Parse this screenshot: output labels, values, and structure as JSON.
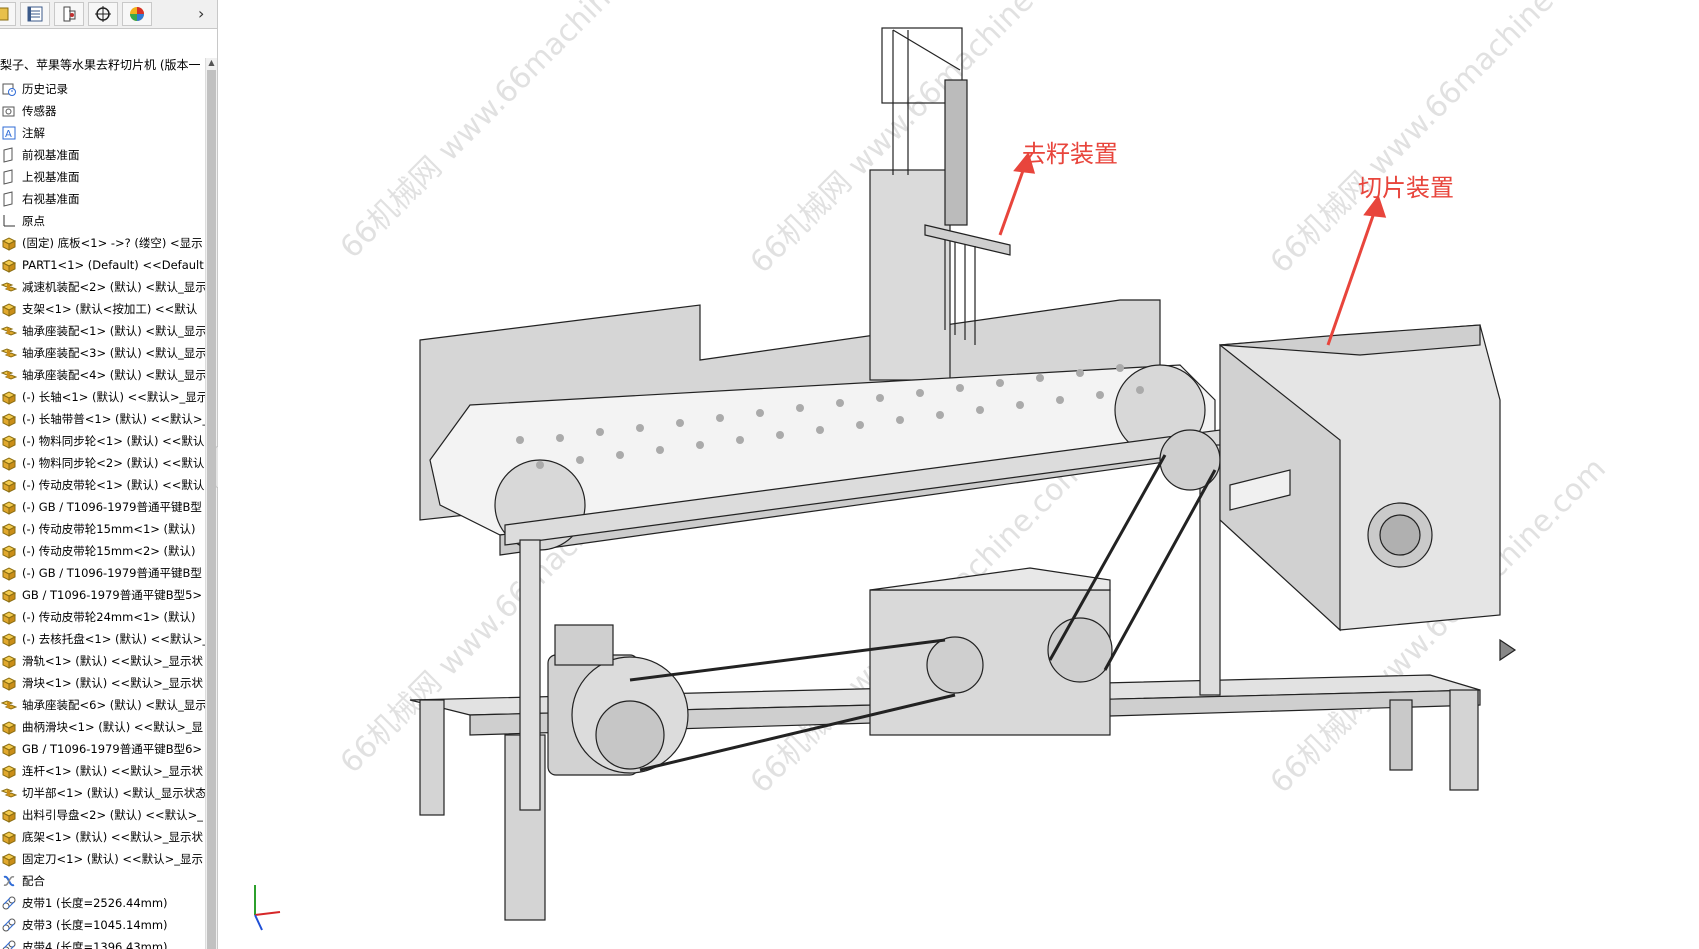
{
  "toolbar": {
    "buttons": [
      {
        "name": "feature-manager-tab-icon"
      },
      {
        "name": "property-manager-tab-icon"
      },
      {
        "name": "configuration-manager-tab-icon"
      },
      {
        "name": "dimxpert-manager-tab-icon"
      },
      {
        "name": "display-manager-tab-icon"
      }
    ],
    "more_label": "›"
  },
  "tree": {
    "root_label": "梨子、苹果等水果去籽切片机 (版本一",
    "items": [
      {
        "label": "历史记录",
        "icon": "history-icon"
      },
      {
        "label": "传感器",
        "icon": "sensor-icon"
      },
      {
        "label": "注解",
        "icon": "annotation-icon"
      },
      {
        "label": "前视基准面",
        "icon": "plane-icon"
      },
      {
        "label": "上视基准面",
        "icon": "plane-icon"
      },
      {
        "label": "右视基准面",
        "icon": "plane-icon"
      },
      {
        "label": "原点",
        "icon": "origin-icon"
      },
      {
        "label": "(固定) 底板<1> ->? (缕空) <显示",
        "icon": "part-icon"
      },
      {
        "label": "PART1<1> (Default) <<Default",
        "icon": "part-icon"
      },
      {
        "label": "减速机装配<2> (默认) <默认_显示",
        "icon": "assembly-icon"
      },
      {
        "label": "支架<1> (默认<按加工) <<默认",
        "icon": "part-icon"
      },
      {
        "label": "轴承座装配<1> (默认) <默认_显示",
        "icon": "assembly-icon"
      },
      {
        "label": "轴承座装配<3> (默认) <默认_显示",
        "icon": "assembly-icon"
      },
      {
        "label": "轴承座装配<4> (默认) <默认_显示",
        "icon": "assembly-icon"
      },
      {
        "label": "(-) 长轴<1> (默认) <<默认>_显示",
        "icon": "part-icon"
      },
      {
        "label": "(-) 长轴带普<1> (默认) <<默认>_",
        "icon": "part-icon"
      },
      {
        "label": "(-) 物料同步轮<1> (默认) <<默认",
        "icon": "part-icon"
      },
      {
        "label": "(-) 物料同步轮<2> (默认) <<默认",
        "icon": "part-icon"
      },
      {
        "label": "(-) 传动皮带轮<1> (默认) <<默认",
        "icon": "part-icon"
      },
      {
        "label": "(-) GB / T1096-1979普通平键B型",
        "icon": "part-icon"
      },
      {
        "label": "(-) 传动皮带轮15mm<1> (默认)",
        "icon": "part-icon"
      },
      {
        "label": "(-) 传动皮带轮15mm<2> (默认)",
        "icon": "part-icon"
      },
      {
        "label": "(-) GB / T1096-1979普通平键B型",
        "icon": "part-icon"
      },
      {
        "label": "GB / T1096-1979普通平键B型5>",
        "icon": "part-icon"
      },
      {
        "label": "(-) 传动皮带轮24mm<1> (默认)",
        "icon": "part-icon"
      },
      {
        "label": "(-) 去核托盘<1> (默认) <<默认>_",
        "icon": "part-icon"
      },
      {
        "label": "滑轨<1> (默认) <<默认>_显示状",
        "icon": "part-icon"
      },
      {
        "label": "滑块<1> (默认) <<默认>_显示状",
        "icon": "part-icon"
      },
      {
        "label": "轴承座装配<6> (默认) <默认_显示",
        "icon": "assembly-icon"
      },
      {
        "label": "曲柄滑块<1> (默认) <<默认>_显",
        "icon": "part-icon"
      },
      {
        "label": "GB / T1096-1979普通平键B型6>",
        "icon": "part-icon"
      },
      {
        "label": "连杆<1> (默认) <<默认>_显示状",
        "icon": "part-icon"
      },
      {
        "label": "切半部<1> (默认) <默认_显示状态",
        "icon": "assembly-icon"
      },
      {
        "label": "出料引导盘<2> (默认) <<默认>_",
        "icon": "part-icon"
      },
      {
        "label": "底架<1> (默认) <<默认>_显示状",
        "icon": "part-icon"
      },
      {
        "label": "固定刀<1> (默认) <<默认>_显示",
        "icon": "part-icon"
      },
      {
        "label": "配合",
        "icon": "mates-icon"
      },
      {
        "label": "皮带1 (长度=2526.44mm)",
        "icon": "belt-icon"
      },
      {
        "label": "皮带3 (长度=1045.14mm)",
        "icon": "belt-icon"
      },
      {
        "label": "皮带4 (长度=1396.43mm)",
        "icon": "belt-icon"
      }
    ]
  },
  "viewport": {
    "watermark_text": "66机械网 www.66machine.com",
    "annotations": {
      "deseed": "去籽装置",
      "slice": "切片装置"
    },
    "annotation_color": "#e8453c"
  }
}
